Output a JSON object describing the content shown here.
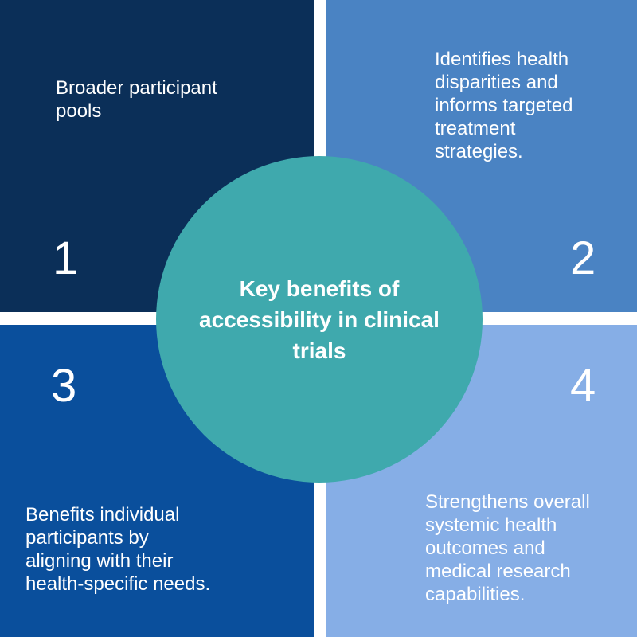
{
  "colors": {
    "background": "#ffffff",
    "quadrant_1": "#0b2f58",
    "quadrant_2": "#4a83c3",
    "quadrant_3": "#0a4f9c",
    "quadrant_4": "#86aee6",
    "center_circle": "#3fa9ad",
    "text": "#ffffff"
  },
  "center": {
    "title": "Key benefits of accessibility in clinical trials"
  },
  "quadrants": [
    {
      "number": "1",
      "text": "Broader participant\npools"
    },
    {
      "number": "2",
      "text": "Identifies health\ndisparities and\ninforms targeted\ntreatment\nstrategies."
    },
    {
      "number": "3",
      "text": "Benefits individual\nparticipants by\naligning with their\nhealth-specific needs."
    },
    {
      "number": "4",
      "text": "Strengthens overall\nsystemic health\noutcomes and\nmedical research\ncapabilities."
    }
  ]
}
